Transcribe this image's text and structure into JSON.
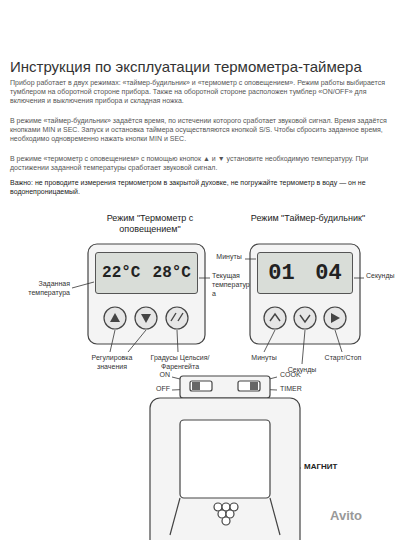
{
  "diagram": {
    "title": "Инструкция по эксплуатации термометра-таймера",
    "nodes": [
      {
        "text": [
          "22°C",
          "28°C"
        ]
      },
      {
        "text": [
          "01",
          "04"
        ]
      }
    ],
    "labels": [
      "Прибор работает в двух режимах: «таймер-будильник» и «термометр с оповещением». Режим работы выбирается тумблером на оборотной стороне прибора. Также на оборотной стороне расположен тумблер «ON/OFF» для включения и выключения прибора и складная ножка.",
      "В режиме «таймер-будильник» задаётся время, по истечении которого сработает звуковой сигнал. Время задаётся кнопками MIN и SEC. Запуск и остановка таймера осуществляются кнопкой S/S. Чтобы сбросить заданное время, необходимо одновременно нажать кнопки MIN и SEC.",
      "В режиме «термометр с оповещением» с помощью кнопок ▲ и ▼ установите необходимую температуру. При достижении заданной температуры сработает звуковой сигнал.",
      "Важно: не проводите измерения термометром в закрытой духовке, не погружайте термометр в воду — он не водонепроницаемый.",
      "Режим \"Термометр с оповещением\"",
      "Режим \"Таймер-будильник\"",
      "Заданная температура",
      "Текущая температура",
      "Регулировка значения",
      "Градусы Цельсия/Фаренгейта",
      "Минуты",
      "Секунды",
      "Минуты",
      "Секунды",
      "Старт/Стоп",
      "ON",
      "OFF",
      "COOK",
      "TIMER",
      "МАГНИТ",
      "Avito"
    ]
  }
}
